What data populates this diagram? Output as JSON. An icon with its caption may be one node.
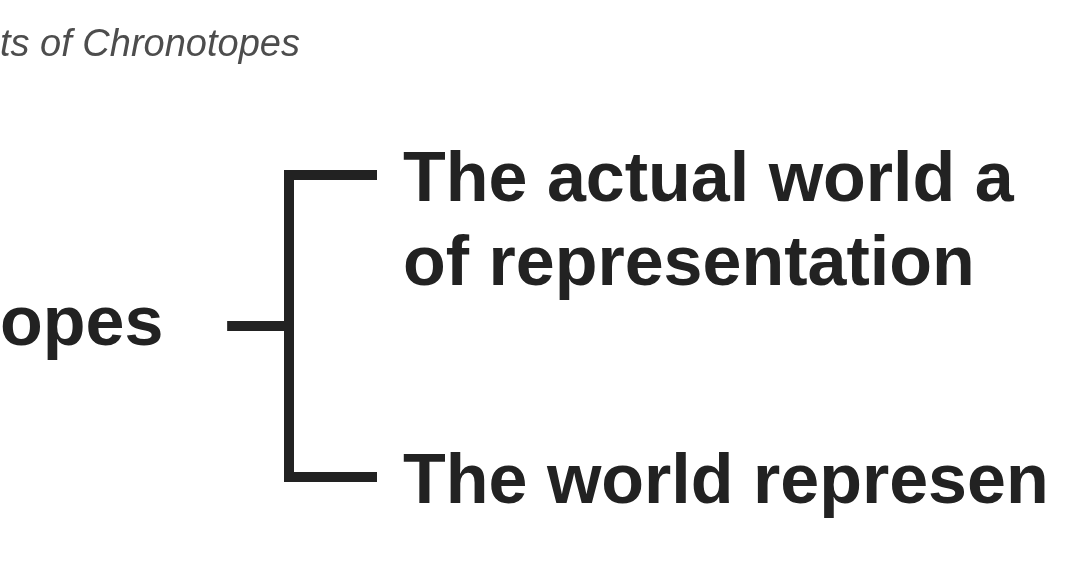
{
  "diagram": {
    "title": "ts of Chronotopes",
    "nodes": [
      {
        "text": [
          "opes"
        ]
      },
      {
        "text": [
          "The actual world a of representation"
        ]
      },
      {
        "text": [
          "The world represen"
        ]
      }
    ],
    "edges": [
      {
        "from": 0,
        "to": 1,
        "arrow": "none"
      },
      {
        "from": 0,
        "to": 2,
        "arrow": "none"
      }
    ]
  }
}
